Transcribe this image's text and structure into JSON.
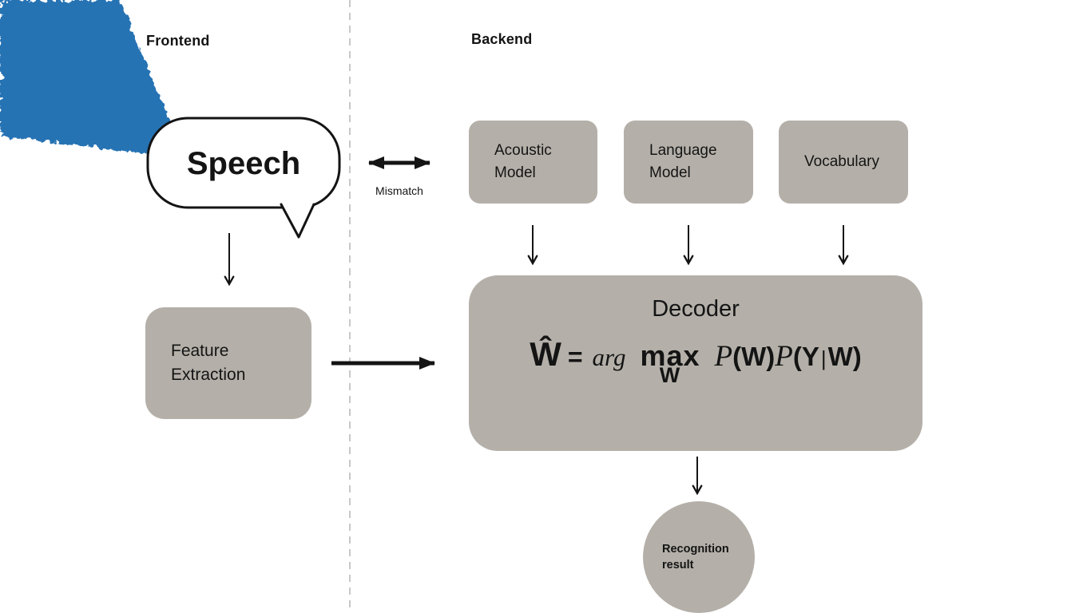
{
  "colors": {
    "box_gray": "#b4b0a9",
    "accent_blue": "#2673b4",
    "line_black": "#141414",
    "divider_gray": "#c8c8c8"
  },
  "header": {
    "frontend": "Frontend",
    "backend": "Backend"
  },
  "speech_bubble": {
    "label": "Speech"
  },
  "mismatch": {
    "label": "Mismatch"
  },
  "models": [
    {
      "label": "Acoustic Model"
    },
    {
      "label": "Language Model"
    },
    {
      "label": "Vocabulary"
    }
  ],
  "feature_extraction": {
    "label": "Feature Extraction"
  },
  "decoder": {
    "title": "Decoder",
    "formula": {
      "what": "Ŵ",
      "equals": "=",
      "arg": "arg",
      "max": "max",
      "max_sub": "W",
      "p1": "P",
      "w1": "(W)",
      "p2": "P",
      "w2": "(Y",
      "bar": "|",
      "w3": "W)"
    }
  },
  "result": {
    "label": "Recognition result"
  }
}
